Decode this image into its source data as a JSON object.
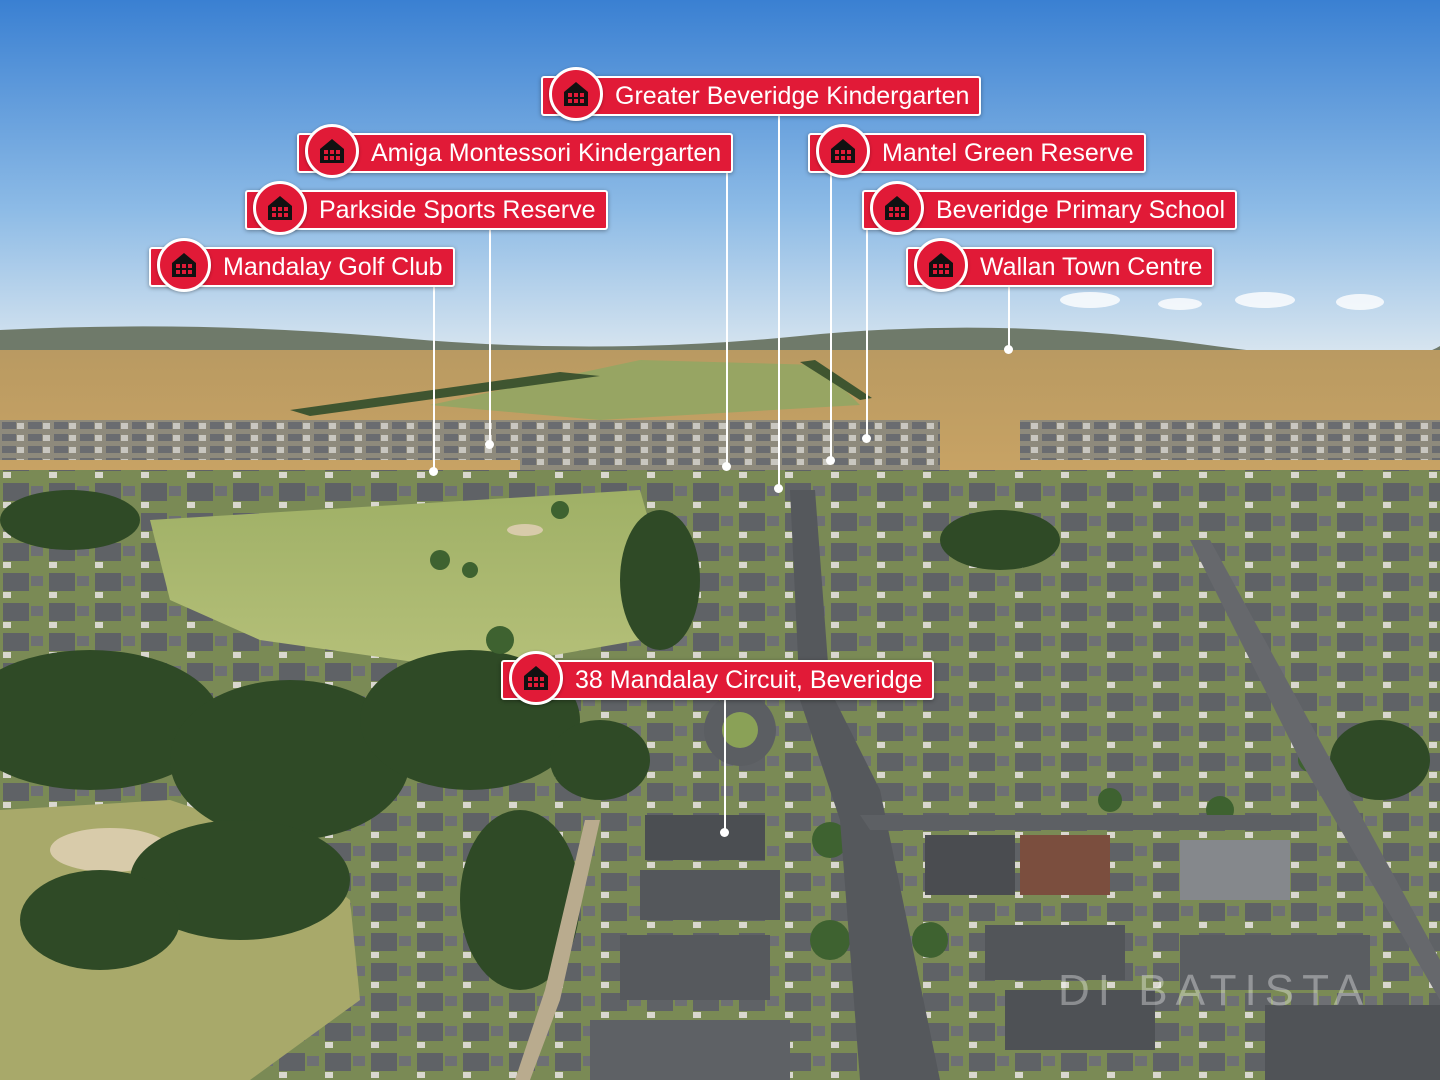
{
  "map": {
    "colors": {
      "sky_top": "#3f86d6",
      "sky_horizon": "#cfe0f0",
      "fields": "#c7a35e",
      "green_field": "#93a95a",
      "fairway": "#a7b86b",
      "trees": "#3c5a2e",
      "roofs": "#6c6f74",
      "road": "#5c5f63",
      "label_red": "#e11a37"
    }
  },
  "labels": {
    "greater_beveridge_kindergarten": "Greater Beveridge Kindergarten",
    "amiga_montessori_kindergarten": "Amiga Montessori Kindergarten",
    "mantel_green_reserve": "Mantel Green Reserve",
    "parkside_sports_reserve": "Parkside Sports Reserve",
    "beveridge_primary_school": "Beveridge Primary School",
    "mandalay_golf_club": "Mandalay Golf Club",
    "wallan_town_centre": "Wallan Town Centre",
    "property_address": "38 Mandalay Circuit, Beveridge"
  },
  "icons": {
    "poi": "school-building-icon"
  },
  "watermark": "DI BATISTA"
}
